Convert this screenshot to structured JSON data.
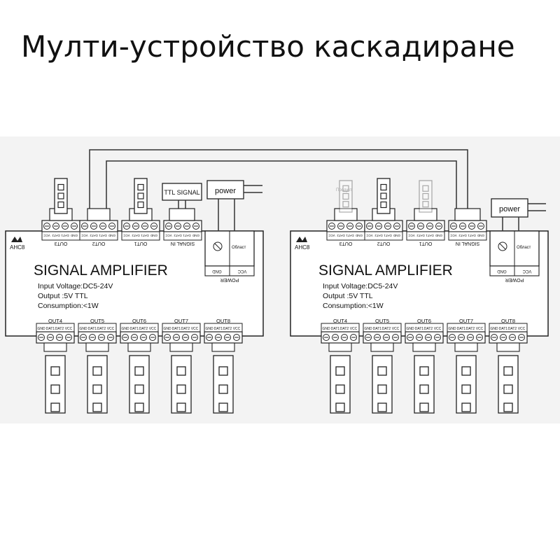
{
  "title": "Мулти-устройство каскадиране",
  "left_unit": {
    "logo": "AHC8",
    "title": "SIGNAL AMPLIFIER",
    "spec_voltage": "Input Voltage:DC5-24V",
    "spec_output": "Output :5V  TTL",
    "spec_consumption": "Consumption:<1W",
    "top_ports": [
      "OUT3",
      "OUT2",
      "OUT1",
      "SIGNAL IN"
    ],
    "top_pins": [
      "GND",
      "DAT1",
      "DAT2",
      "VCC"
    ],
    "bottom_ports": [
      "OUT4",
      "OUT5",
      "OUT6",
      "OUT7",
      "OUT8"
    ],
    "bottom_pins": [
      "GND",
      "DAT1",
      "DAT2",
      "VCC"
    ],
    "power_label": "POWER",
    "power_pins": [
      "GND",
      "VCC"
    ],
    "ttl_signal": "TTL SIGNAL",
    "power_box": "power",
    "terminal_label": "Област"
  },
  "right_unit": {
    "logo": "AHC8",
    "title": "SIGNAL AMPLIFIER",
    "spec_voltage": "Input Voltage:DC5-24V",
    "spec_output": "Output :5V  TTL",
    "spec_consumption": "Consumption:<1W",
    "top_ports": [
      "OUT3",
      "OUT2",
      "OUT1",
      "SIGNAL IN"
    ],
    "top_pins": [
      "GND",
      "DAT1",
      "DAT2",
      "VCC"
    ],
    "bottom_ports": [
      "OUT4",
      "OUT5",
      "OUT6",
      "OUT7",
      "OUT8"
    ],
    "bottom_pins": [
      "GND",
      "DAT1",
      "DAT2",
      "VCC"
    ],
    "power_label": "POWER",
    "power_pins": [
      "GND",
      "VCC"
    ],
    "power_box": "power",
    "terminal_label": "Област",
    "faded_label": "Продукт"
  }
}
